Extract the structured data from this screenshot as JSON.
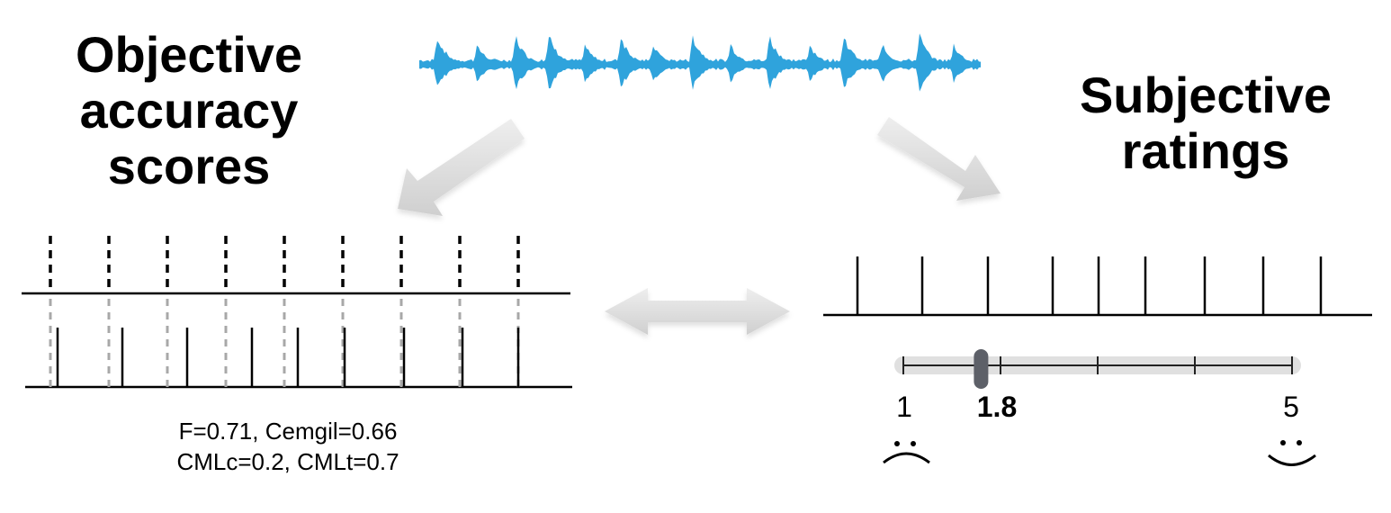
{
  "headings": {
    "objective": [
      "Objective",
      "accuracy",
      "scores"
    ],
    "subjective": [
      "Subjective",
      "ratings"
    ]
  },
  "scores": {
    "line1": "F=0.71, Cemgil=0.66",
    "line2": "CMLc=0.2, CMLt=0.7"
  },
  "rating_scale": {
    "min_label": "1",
    "max_label": "5",
    "value_label": "1.8",
    "min": 1,
    "max": 5,
    "value": 1.8
  },
  "colors": {
    "waveform": "#2fa3dc",
    "arrow": "#d6d6d6",
    "line": "#000000",
    "dashed_gray": "#a8a8a8",
    "slider_knob": "#5d6068"
  },
  "icons": {
    "min_face": "sad-face-icon",
    "max_face": "happy-face-icon"
  }
}
